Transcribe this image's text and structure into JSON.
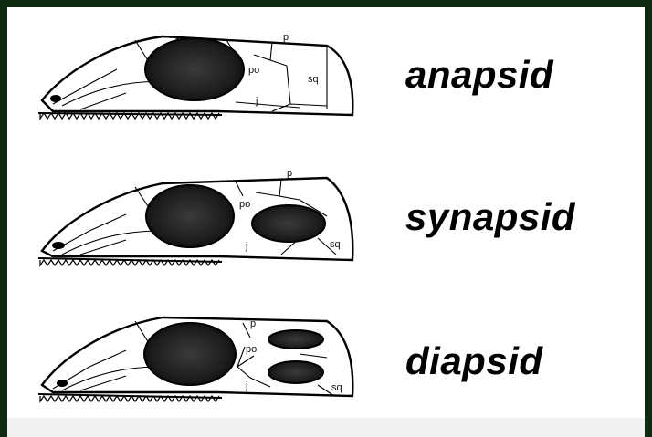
{
  "rows": [
    {
      "type_label": "anapsid",
      "bones": {
        "p": "p",
        "po": "po",
        "sq": "sq",
        "j": "j"
      }
    },
    {
      "type_label": "synapsid",
      "bones": {
        "p": "p",
        "po": "po",
        "sq": "sq",
        "j": "j"
      }
    },
    {
      "type_label": "diapsid",
      "bones": {
        "p": "p",
        "po": "po",
        "sq": "sq",
        "j": "j"
      }
    }
  ],
  "colors": {
    "background": "#0f2a12",
    "panel": "#ffffff",
    "ink": "#000000"
  }
}
